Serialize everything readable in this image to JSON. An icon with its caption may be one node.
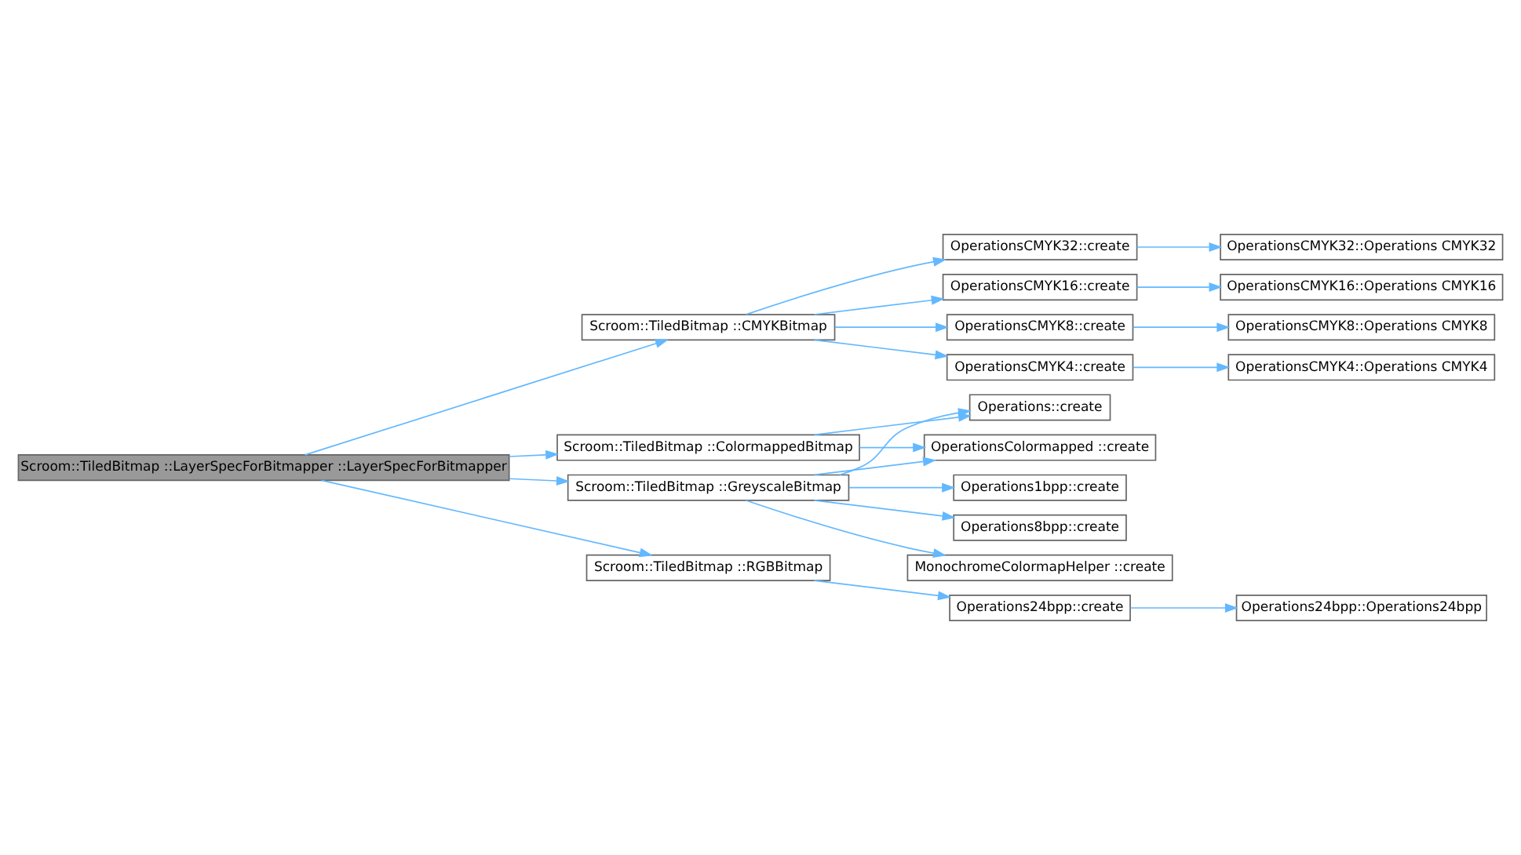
{
  "diagram": {
    "nodes": [
      {
        "text": [
          "Scroom::TiledBitmap ::LayerSpecForBitmapper ::LayerSpecForBitmapper"
        ]
      },
      {
        "text": [
          "Scroom::TiledBitmap ::CMYKBitmap"
        ]
      },
      {
        "text": [
          "OperationsCMYK8::create"
        ]
      },
      {
        "text": [
          "OperationsCMYK8::Operations CMYK8"
        ]
      },
      {
        "text": [
          "OperationsCMYK4::create"
        ]
      },
      {
        "text": [
          "OperationsCMYK4::Operations CMYK4"
        ]
      },
      {
        "text": [
          "OperationsCMYK32::create"
        ]
      },
      {
        "text": [
          "OperationsCMYK32::Operations CMYK32"
        ]
      },
      {
        "text": [
          "OperationsCMYK16::create"
        ]
      },
      {
        "text": [
          "OperationsCMYK16::Operations CMYK16"
        ]
      },
      {
        "text": [
          "Scroom::TiledBitmap ::ColormappedBitmap"
        ]
      },
      {
        "text": [
          "Operations::create"
        ]
      },
      {
        "text": [
          "OperationsColormapped ::create"
        ]
      },
      {
        "text": [
          "Scroom::TiledBitmap ::GreyscaleBitmap"
        ]
      },
      {
        "text": [
          "Operations1bpp::create"
        ]
      },
      {
        "text": [
          "Operations8bpp::create"
        ]
      },
      {
        "text": [
          "MonochromeColormapHelper ::create"
        ]
      },
      {
        "text": [
          "Scroom::TiledBitmap ::RGBBitmap"
        ]
      },
      {
        "text": [
          "Operations24bpp::create"
        ]
      },
      {
        "text": [
          "Operations24bpp::Operations24bpp"
        ]
      }
    ],
    "edges": [
      {
        "from": 0,
        "to": 1,
        "arrow": "to"
      },
      {
        "from": 0,
        "to": 10,
        "arrow": "to"
      },
      {
        "from": 0,
        "to": 13,
        "arrow": "to"
      },
      {
        "from": 0,
        "to": 17,
        "arrow": "to"
      },
      {
        "from": 1,
        "to": 2,
        "arrow": "to"
      },
      {
        "from": 1,
        "to": 4,
        "arrow": "to"
      },
      {
        "from": 1,
        "to": 6,
        "arrow": "to"
      },
      {
        "from": 1,
        "to": 8,
        "arrow": "to"
      },
      {
        "from": 2,
        "to": 3,
        "arrow": "to"
      },
      {
        "from": 4,
        "to": 5,
        "arrow": "to"
      },
      {
        "from": 6,
        "to": 7,
        "arrow": "to"
      },
      {
        "from": 8,
        "to": 9,
        "arrow": "to"
      },
      {
        "from": 10,
        "to": 11,
        "arrow": "to"
      },
      {
        "from": 10,
        "to": 12,
        "arrow": "to"
      },
      {
        "from": 13,
        "to": 11,
        "arrow": "to"
      },
      {
        "from": 13,
        "to": 12,
        "arrow": "to"
      },
      {
        "from": 13,
        "to": 14,
        "arrow": "to"
      },
      {
        "from": 13,
        "to": 15,
        "arrow": "to"
      },
      {
        "from": 13,
        "to": 16,
        "arrow": "to"
      },
      {
        "from": 17,
        "to": 18,
        "arrow": "to"
      },
      {
        "from": 18,
        "to": 19,
        "arrow": "to"
      }
    ]
  }
}
